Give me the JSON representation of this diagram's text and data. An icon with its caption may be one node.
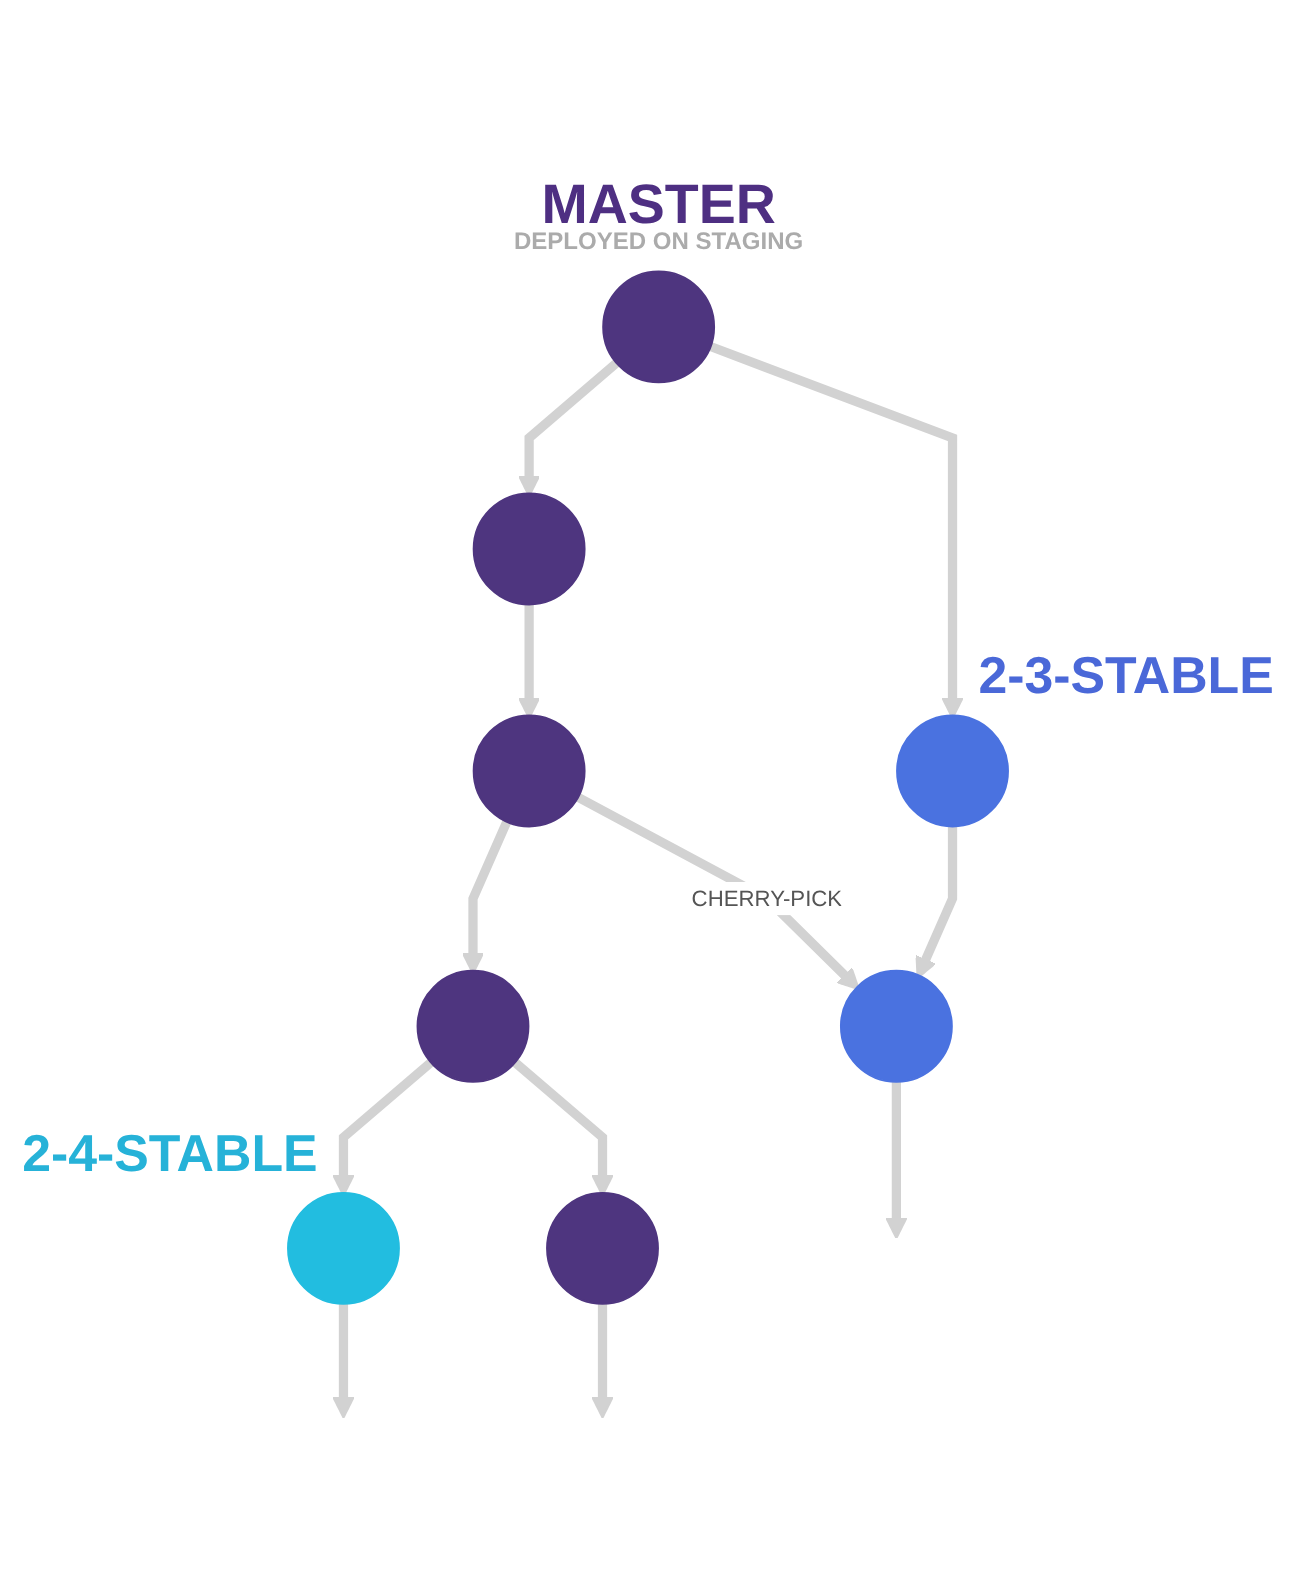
{
  "diagram": {
    "nodes": [
      {
        "text": [],
        "shape": "circle",
        "beside": [
          "MASTER",
          "DEPLOYED ON STAGING"
        ]
      },
      {
        "text": [],
        "shape": "circle"
      },
      {
        "text": [],
        "shape": "circle"
      },
      {
        "text": [],
        "shape": "circle"
      },
      {
        "text": [],
        "shape": "circle"
      },
      {
        "text": [],
        "shape": "circle",
        "beside": [
          "2-3-STABLE"
        ]
      },
      {
        "text": [],
        "shape": "circle"
      },
      {
        "text": [],
        "shape": "circle",
        "beside": [
          "2-4-STABLE"
        ]
      }
    ],
    "edges": [
      {
        "from": 0,
        "to": 1,
        "arrow": "to"
      },
      {
        "from": 0,
        "to": 5,
        "arrow": "to"
      },
      {
        "from": 1,
        "to": 2,
        "arrow": "to"
      },
      {
        "from": 2,
        "to": 3,
        "arrow": "to"
      },
      {
        "from": 2,
        "to": 6,
        "arrow": "to",
        "label": "CHERRY-PICK"
      },
      {
        "from": 5,
        "to": 6,
        "arrow": "to"
      },
      {
        "from": 3,
        "to": 7,
        "arrow": "to"
      },
      {
        "from": 3,
        "to": 4,
        "arrow": "to"
      },
      {
        "from": 7,
        "to": null,
        "arrow": "to"
      },
      {
        "from": 4,
        "to": null,
        "arrow": "to"
      },
      {
        "from": 6,
        "to": null,
        "arrow": "to"
      }
    ]
  }
}
